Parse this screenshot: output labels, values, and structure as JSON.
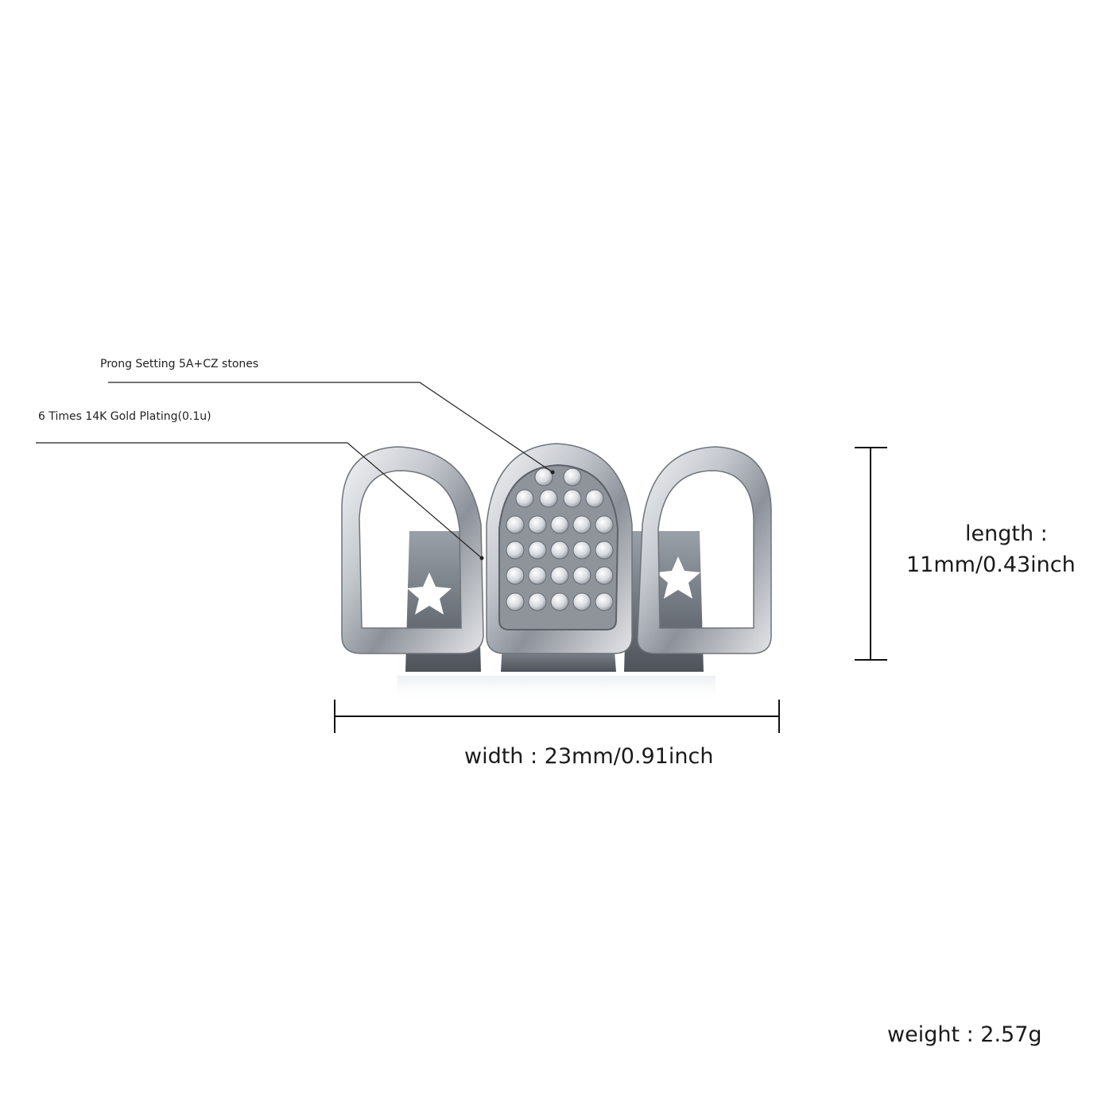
{
  "callouts": {
    "prong_setting": "Prong Setting 5A+CZ stones",
    "gold_plating": "6 Times  14K  Gold  Plating(0.1u)"
  },
  "dimensions": {
    "length_label": "length  :",
    "length_value": "11mm/0.43inch",
    "width_text": "width  : 23mm/0.91inch",
    "weight_text": "weight  : 2.57g"
  },
  "product": {
    "metal_color": "#c9ccd1",
    "metal_shadow": "#7e838b",
    "stone_color": "#eef0f3"
  }
}
